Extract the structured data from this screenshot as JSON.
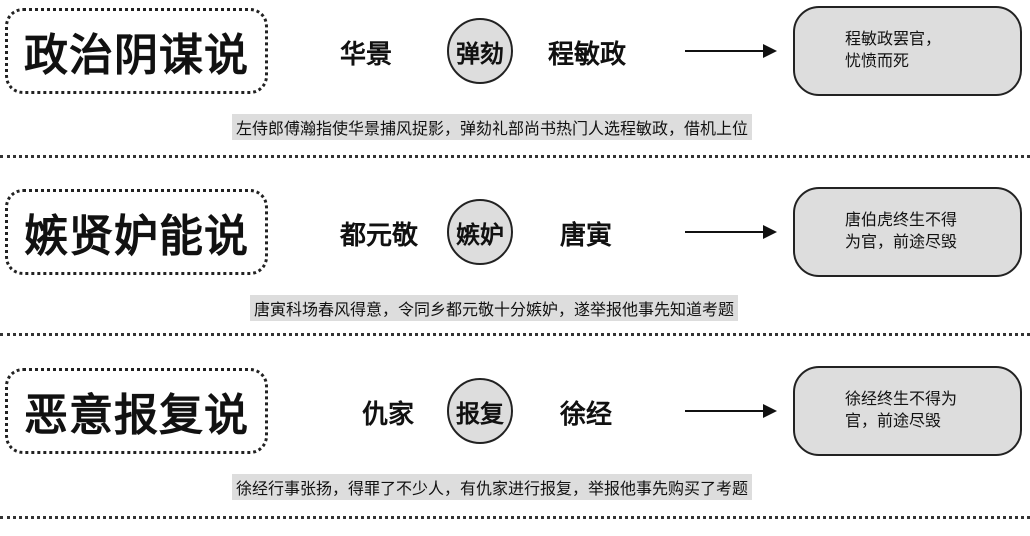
{
  "rows": [
    {
      "title": "政治阴谋说",
      "actor": "华景",
      "action": "弹劾",
      "target": "程敏政",
      "result": "程敏政罢官，\n忧愤而死",
      "caption": "左侍郎傅瀚指使华景捕风捉影，弹劾礼部尚书热门人选程敏政，借机上位"
    },
    {
      "title": "嫉贤妒能说",
      "actor": "都元敬",
      "action": "嫉妒",
      "target": "唐寅",
      "result": "唐伯虎终生不得\n为官，前途尽毁",
      "caption": "唐寅科场春风得意，令同乡都元敬十分嫉妒，遂举报他事先知道考题"
    },
    {
      "title": "恶意报复说",
      "actor": "仇家",
      "action": "报复",
      "target": "徐经",
      "result": "徐经终生不得为\n官，前途尽毁",
      "caption": "徐经行事张扬，得罪了不少人，有仇家进行报复，举报他事先购买了考题"
    }
  ]
}
